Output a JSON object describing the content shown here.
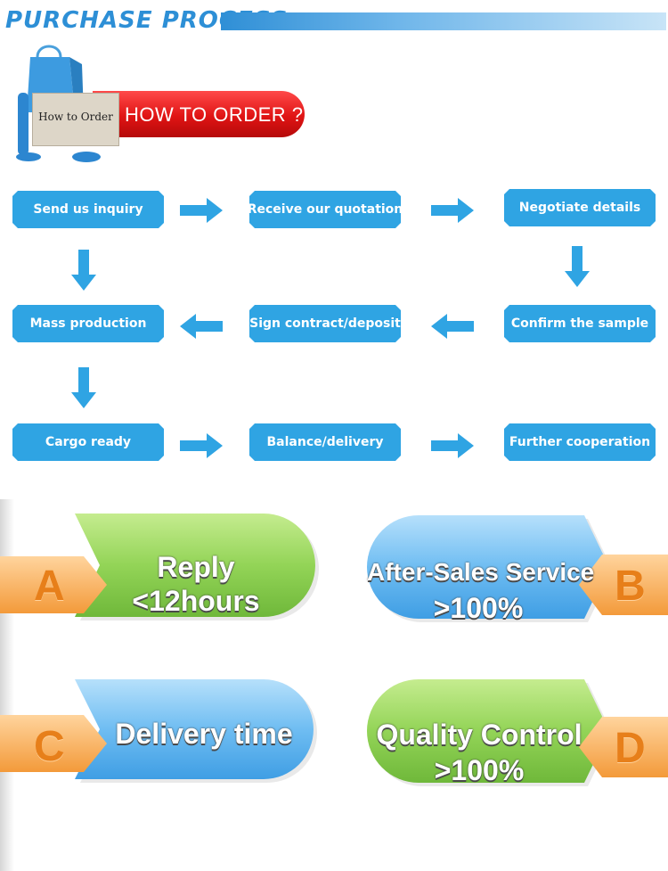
{
  "header": {
    "title": "PURCHASE PROCESS"
  },
  "banner": {
    "board_text": "How to Order",
    "tab_text": "HOW TO ORDER ?"
  },
  "steps": [
    "Send us inquiry",
    "Receive our quotation",
    "Negotiate details",
    "Confirm the sample",
    "Sign contract/deposit",
    "Mass production",
    "Cargo ready",
    "Balance/delivery",
    "Further cooperation"
  ],
  "features": {
    "a": {
      "letter": "A",
      "line1": "Reply",
      "line2": "<12hours"
    },
    "b": {
      "letter": "B",
      "line1": "After-Sales Service",
      "line2": ">100%"
    },
    "c": {
      "letter": "C",
      "line1": "Delivery time"
    },
    "d": {
      "letter": "D",
      "line1": "Quality Control",
      "line2": ">100%"
    }
  },
  "colors": {
    "step_blue": "#2fa4e3",
    "green": "#8fd24f",
    "light_blue": "#63b6f0",
    "orange": "#f6a94f",
    "red": "#e01414"
  }
}
